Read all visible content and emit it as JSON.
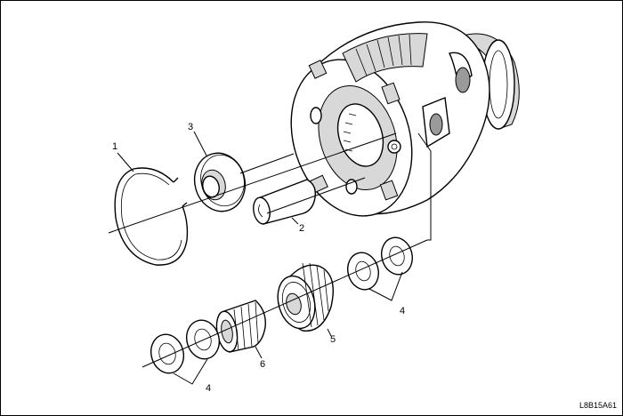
{
  "diagram": {
    "callouts": [
      {
        "id": "c1",
        "text": "1"
      },
      {
        "id": "c2",
        "text": "2"
      },
      {
        "id": "c3",
        "text": "3"
      },
      {
        "id": "c4a",
        "text": "4"
      },
      {
        "id": "c4b",
        "text": "4"
      },
      {
        "id": "c5",
        "text": "5"
      },
      {
        "id": "c6",
        "text": "6"
      }
    ],
    "figure_code": "L8B15A61"
  }
}
